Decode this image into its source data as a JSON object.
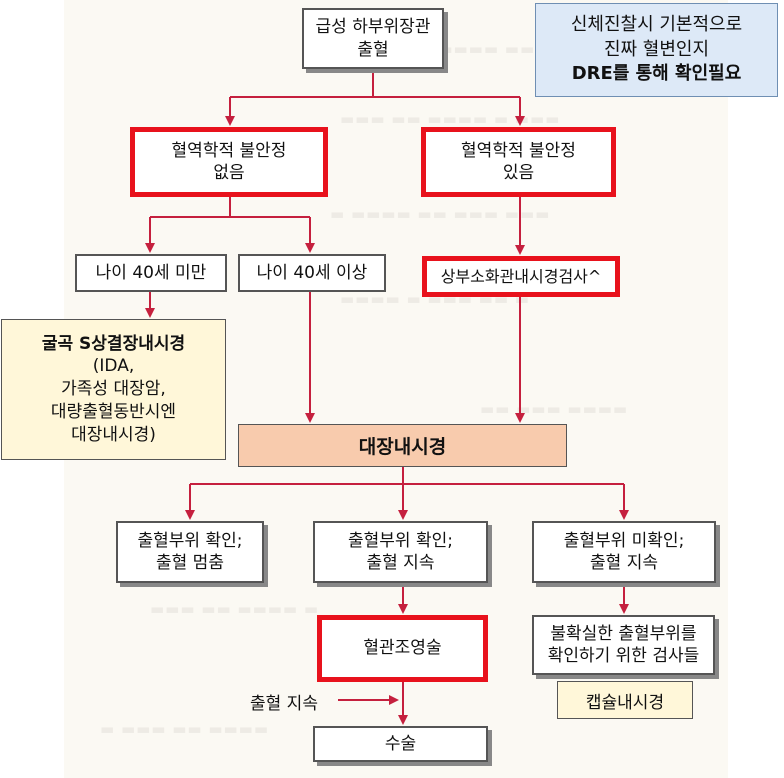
{
  "colors": {
    "arrow": "#c5203e",
    "highlight": "#e8121c",
    "note_bg": "#dde9f7",
    "colonoscopy_bg": "#f8cbad",
    "memo_bg": "#fff7d9"
  },
  "note": {
    "line1": "신체진찰시 기본적으로",
    "line2": "진짜 혈변인지",
    "line3": "DRE를 통해 확인필요"
  },
  "nodes": {
    "start": {
      "line1": "급성 하부위장관",
      "line2": "출혈"
    },
    "stable": {
      "line1": "혈역학적 불안정",
      "line2": "없음"
    },
    "unstable": {
      "line1": "혈역학적 불안정",
      "line2": "있음"
    },
    "under40": {
      "label": "나이 40세 미만"
    },
    "over40": {
      "label": "나이 40세 이상"
    },
    "egd": {
      "label": "상부소화관내시경검사^"
    },
    "colonoscopy": {
      "label": "대장내시경"
    },
    "confirmed_stopped": {
      "line1": "출혈부위 확인;",
      "line2": "출혈 멈춤"
    },
    "confirmed_ongoing": {
      "line1": "출혈부위 확인;",
      "line2": "출혈 지속"
    },
    "unconfirmed_ongoing": {
      "line1": "출혈부위 미확인;",
      "line2": "출혈 지속"
    },
    "angio": {
      "label": "혈관조영술"
    },
    "workup": {
      "line1": "불확실한 출혈부위를",
      "line2": "확인하기 위한 검사들"
    },
    "surgery": {
      "label": "수술"
    }
  },
  "memo_flexsig": {
    "title": "굴곡 S상결장내시경",
    "line1": "(IDA,",
    "line2": "가족성 대장암,",
    "line3": "대량출혈동반시엔",
    "line4": "대장내시경)"
  },
  "memo_capsule": {
    "label": "캡슐내시경"
  },
  "side_label": {
    "text": "출혈 지속"
  }
}
